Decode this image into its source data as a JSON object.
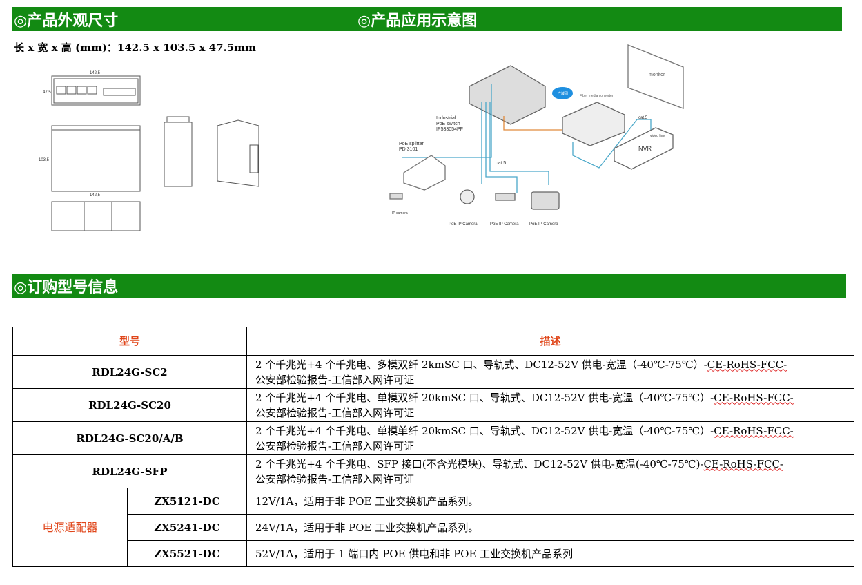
{
  "sections": {
    "dimensions": "◎产品外观尺寸",
    "application": "◎产品应用示意图",
    "ordering": "◎订购型号信息"
  },
  "dimensions_text": "长 x 宽 x 高 (mm)：142.5 x 103.5 x 47.5mm",
  "drawing_labels": {
    "length": "142,5",
    "height": "47,5",
    "width": "103,5"
  },
  "diagram_labels": {
    "switch": [
      "Industrial",
      "PoE switch",
      "IP533054PF"
    ],
    "splitter": [
      "PoE splitter",
      "PD 3101"
    ],
    "cat5": "cat.5",
    "cat5b": "cat.5",
    "video": "video line",
    "nvr": "NVR",
    "monitor": "monitor",
    "converter": "Fiber media converter",
    "cloud": "广域网",
    "ipcam": "IP camera",
    "poecam": "PoE IP Camera"
  },
  "table": {
    "headers": {
      "model": "型号",
      "desc": "描述"
    },
    "rows": [
      {
        "model": "RDL24G-SC2",
        "desc": "2 个千兆光+4 个千兆电、多模双纤 2kmSC 口、导轨式、DC12-52V 供电-宽温（-40℃-75℃）-",
        "cert": "CE-RoHS-FCC-",
        "desc2": "公安部检验报告-工信部入网许可证"
      },
      {
        "model": "RDL24G-SC20",
        "desc": "2 个千兆光+4 个千兆电、单模双纤 20kmSC 口、导轨式、DC12-52V 供电-宽温（-40℃-75℃）-",
        "cert": "CE-RoHS-FCC-",
        "desc2": "公安部检验报告-工信部入网许可证"
      },
      {
        "model": "RDL24G-SC20/A/B",
        "desc": "2 个千兆光+4 个千兆电、单模单纤 20kmSC 口、导轨式、DC12-52V 供电-宽温（-40℃-75℃）-",
        "cert": "CE-RoHS-FCC-",
        "desc2": "公安部检验报告-工信部入网许可证"
      },
      {
        "model": "RDL24G-SFP",
        "desc": "2 个千兆光+4 个千兆电、SFP 接口(不含光模块)、导轨式、DC12-52V 供电-宽温(-40℃-75℃)-",
        "cert": "CE-RoHS-FCC-",
        "desc2": "公安部检验报告-工信部入网许可证"
      }
    ],
    "power_label": "电源适配器",
    "power_rows": [
      {
        "model": "ZX5121-DC",
        "desc": "12V/1A，适用于非 POE 工业交换机产品系列。"
      },
      {
        "model": "ZX5241-DC",
        "desc": "24V/1A，适用于非 POE 工业交换机产品系列。"
      },
      {
        "model": "ZX5521-DC",
        "desc": "52V/1A，适用于 1 端口内 POE 供电和非 POE 工业交换机产品系列"
      }
    ]
  }
}
